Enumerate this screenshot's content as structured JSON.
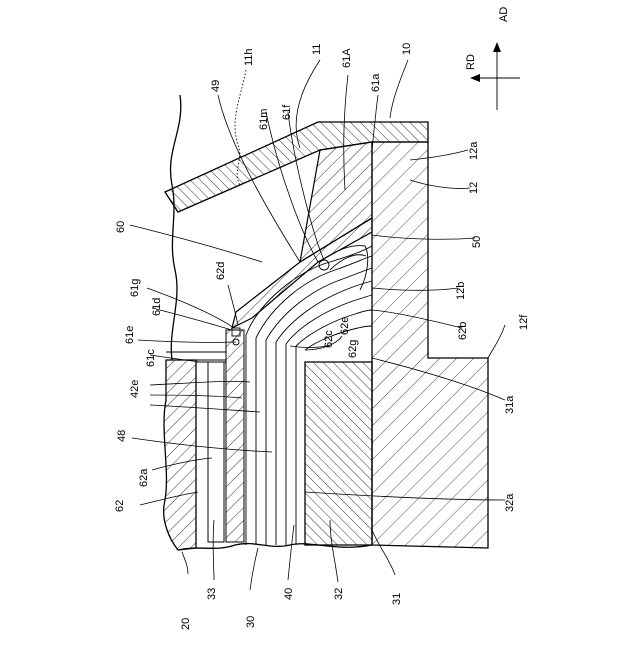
{
  "figure": {
    "axes": {
      "ad": "AD",
      "rd": "RD"
    },
    "labels": {
      "l20": "20",
      "l33": "33",
      "l30": "30",
      "l40": "40",
      "l32": "32",
      "l31": "31",
      "l62": "62",
      "l62a": "62a",
      "l48": "48",
      "l42e": "42e",
      "l61c": "61c",
      "l61e": "61e",
      "l61d": "61d",
      "l61g": "61g",
      "l62d": "62d",
      "l60": "60",
      "l49": "49",
      "l11h": "11h",
      "l61m": "61m",
      "l61f": "61f",
      "l11": "11",
      "l61A": "61A",
      "l61a": "61a",
      "l10": "10",
      "l12a": "12a",
      "l12": "12",
      "l50": "50",
      "l12b": "12b",
      "l62b": "62b",
      "l62e": "62e",
      "l62c": "62c",
      "l62g": "62g",
      "l12f": "12f",
      "l31a": "31a",
      "l32a": "32a"
    }
  }
}
